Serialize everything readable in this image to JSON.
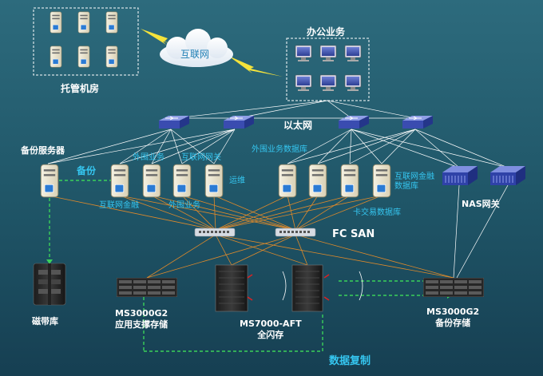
{
  "labels": {
    "hosting": "托管机房",
    "internet": "互联网",
    "office": "办公业务",
    "ethernet": "以太网",
    "backup_server": "备份服务器",
    "backup": "备份",
    "foreign_business": "外围业务",
    "internet_gateway": "互联网网关",
    "ops": "运维",
    "foreign_db": "外围业务数据库",
    "internet_finance_db": "互联网金融\n数据库",
    "internet_finance": "互联网金融",
    "foreign_business2": "外围业务",
    "card_db": "卡交易数据库",
    "nas_gw": "NAS网关",
    "fc_san": "FC SAN",
    "tape": "磁带库",
    "ms3000_app": "MS3000G2\n应用支撑存储",
    "ms7000": "MS7000-AFT\n全闪存",
    "ms3000_backup": "MS3000G2\n备份存储",
    "replication": "数据复制"
  },
  "colors": {
    "background": "#1f5567",
    "link_line": "#ffffff",
    "san_line": "#e08a2a",
    "backup_line": "#3bd15a",
    "label_cyan": "#35c6f0",
    "label_white": "#ffffff"
  }
}
